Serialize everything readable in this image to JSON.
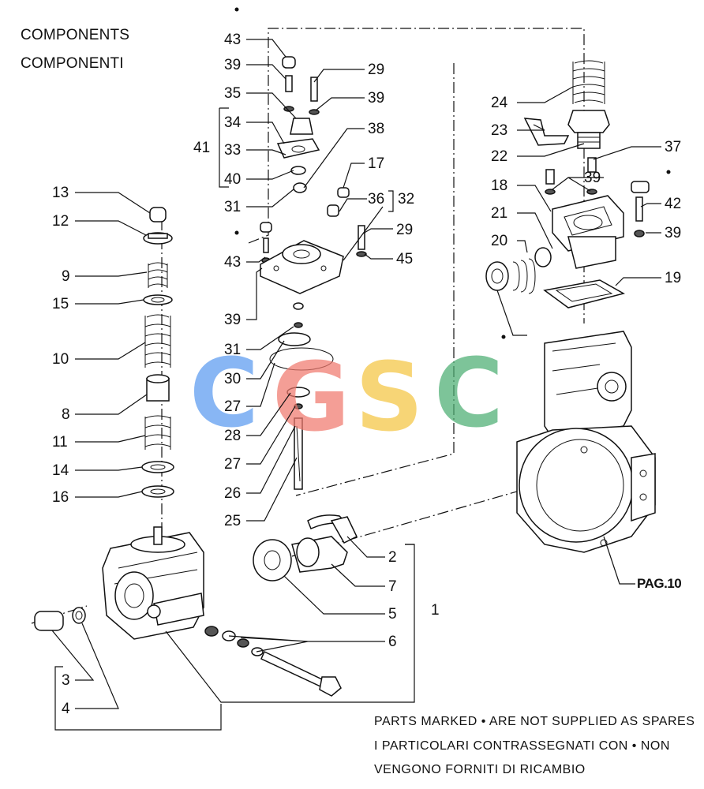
{
  "header": {
    "title_en": "COMPONENTS",
    "title_it": "COMPONENTI"
  },
  "watermark": {
    "letters": [
      "C",
      "G",
      "S",
      "C"
    ],
    "colors": [
      "#5b9bf0",
      "#f07a6e",
      "#f5c542",
      "#4cae72"
    ]
  },
  "callouts": {
    "l43a": "43",
    "l39a": "39",
    "l29a": "29",
    "l35": "35",
    "l39b": "39",
    "l34": "34",
    "l38": "38",
    "l41": "41",
    "l33": "33",
    "l40": "40",
    "l17": "17",
    "l31a": "31",
    "l36": "36",
    "l32": "32",
    "l29b": "29",
    "l43b": "43",
    "l45": "45",
    "l39c": "39",
    "l31b": "31",
    "l30": "30",
    "l27a": "27",
    "l28": "28",
    "l27b": "27",
    "l26": "26",
    "l25": "25",
    "l13": "13",
    "l12": "12",
    "l9": "9",
    "l15": "15",
    "l10": "10",
    "l8": "8",
    "l11": "11",
    "l14": "14",
    "l16": "16",
    "l24": "24",
    "l23": "23",
    "l22": "22",
    "l37": "37",
    "l18": "18",
    "l39d": "39",
    "l42": "42",
    "l21": "21",
    "l39e": "39",
    "l20": "20",
    "l19": "19",
    "l2": "2",
    "l7": "7",
    "l5": "5",
    "l1": "1",
    "l6": "6",
    "l3": "3",
    "l4": "4"
  },
  "page_ref": "PAG.10",
  "footnote": {
    "line1": "PARTS MARKED • ARE NOT SUPPLIED AS SPARES",
    "line2": "I  PARTICOLARI  CONTRASSEGNATI  CON  •  NON",
    "line3": "VENGONO FORNITI DI RICAMBIO"
  }
}
